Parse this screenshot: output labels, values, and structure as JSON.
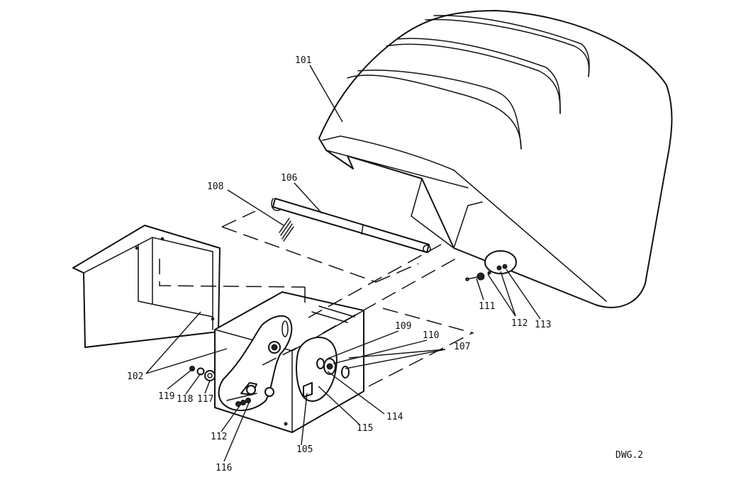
{
  "drawing": {
    "id_label": "DWG.2",
    "part_labels": {
      "p101": "101",
      "p102": "102",
      "p105": "105",
      "p106": "106",
      "p107": "107",
      "p108": "108",
      "p109": "109",
      "p110": "110",
      "p111": "111",
      "p112a": "112",
      "p112b": "112",
      "p113": "113",
      "p114": "114",
      "p115": "115",
      "p116": "116",
      "p117": "117",
      "p118": "118",
      "p119": "119"
    }
  },
  "colors": {
    "ink": "#111111",
    "paper": "#ffffff"
  }
}
